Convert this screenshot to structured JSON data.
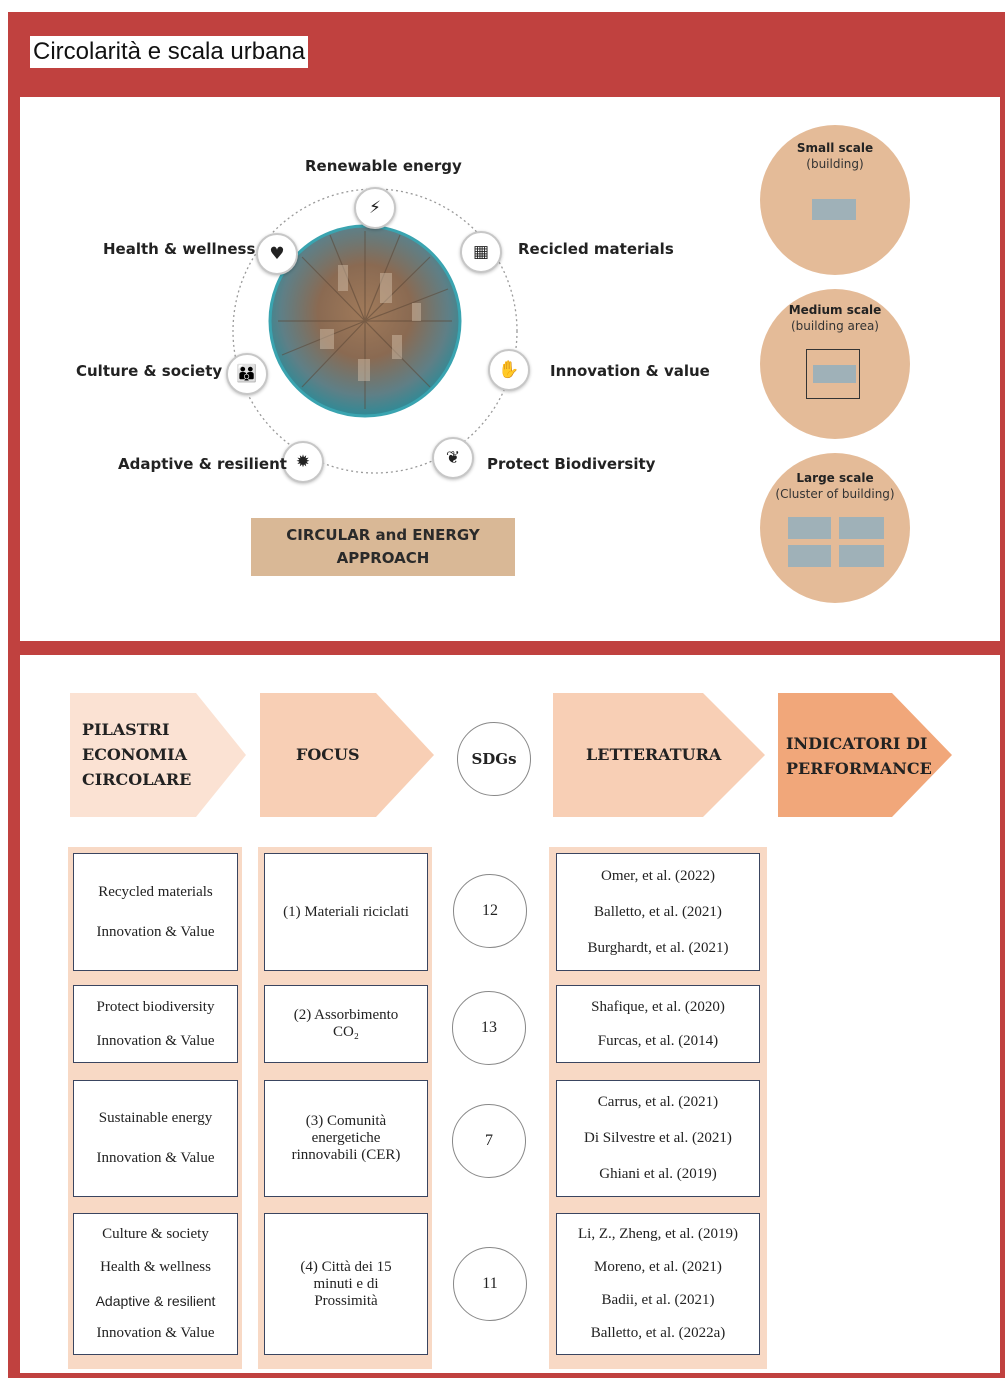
{
  "title": "Circolarità e scala urbana",
  "top": {
    "categories": [
      {
        "key": "renewable",
        "label": "Renewable energy",
        "icon": "lightning-icon"
      },
      {
        "key": "recycled",
        "label": "Recicled materials",
        "icon": "bricks-icon"
      },
      {
        "key": "innovation",
        "label": "Innovation & value",
        "icon": "hand-sprout-icon"
      },
      {
        "key": "biodiversity",
        "label": "Protect  Biodiversity",
        "icon": "leaves-icon"
      },
      {
        "key": "adaptive",
        "label": "Adaptive & resilient",
        "icon": "sun-gear-icon"
      },
      {
        "key": "culture",
        "label": "Culture & society",
        "icon": "people-icon"
      },
      {
        "key": "health",
        "label": "Health & wellness",
        "icon": "heart-icon"
      }
    ],
    "approach_line1": "CIRCULAR and ENERGY",
    "approach_line2": "APPROACH",
    "scales": [
      {
        "title": "Small scale",
        "sub": "(building)"
      },
      {
        "title": "Medium scale",
        "sub": "(building area)"
      },
      {
        "title": "Large scale",
        "sub": "(Cluster of building)"
      }
    ]
  },
  "bottom": {
    "headers": {
      "pilastri": [
        "PILASTRI",
        "ECONOMIA",
        "CIRCOLARE"
      ],
      "focus": "FOCUS",
      "sdgs": "SDGs",
      "letteratura": "LETTERATURA",
      "indicatori": [
        "INDICATORI DI",
        "PERFORMANCE"
      ]
    },
    "rows": [
      {
        "pillars": [
          "Recycled materials",
          "Innovation & Value"
        ],
        "focus": [
          "(1) Materiali riciclati"
        ],
        "sdg": "12",
        "literature": [
          "Omer, et al. (2022)",
          "Balletto, et al. (2021)",
          "Burghardt, et al. (2021)"
        ]
      },
      {
        "pillars": [
          "Protect biodiversity",
          "Innovation & Value"
        ],
        "focus": [
          "(2) Assorbimento",
          "CO₂"
        ],
        "sdg": "13",
        "literature": [
          "Shafique, et al. (2020)",
          "Furcas, et al. (2014)"
        ]
      },
      {
        "pillars": [
          "Sustainable energy",
          "Innovation & Value"
        ],
        "focus": [
          "(3) Comunità",
          "energetiche",
          "rinnovabili (CER)"
        ],
        "sdg": "7",
        "literature": [
          "Carrus, et al. (2021)",
          "Di Silvestre et al. (2021)",
          "Ghiani et al. (2019)"
        ]
      },
      {
        "pillars": [
          "Culture & society",
          "Health & wellness",
          "Adaptive & resilient",
          "Innovation & Value"
        ],
        "focus": [
          "(4) Città dei 15",
          "minuti e di",
          "Prossimità"
        ],
        "sdg": "11",
        "literature": [
          "Li, Z., Zheng, et al. (2019)",
          "Moreno, et al. (2021)",
          "Badii, et al. (2021)",
          "Balletto, et al. (2022a)"
        ]
      }
    ]
  },
  "colors": {
    "frame": "#c0413f",
    "tan": "#d9b896",
    "scale_circle": "#e4bb98",
    "arrow_light": "#fbe2d3",
    "arrow_mid": "#f8cfb5",
    "arrow_strong": "#f1a77a",
    "column_bg": "#f8d9c5",
    "building": "#9fb1b8"
  }
}
